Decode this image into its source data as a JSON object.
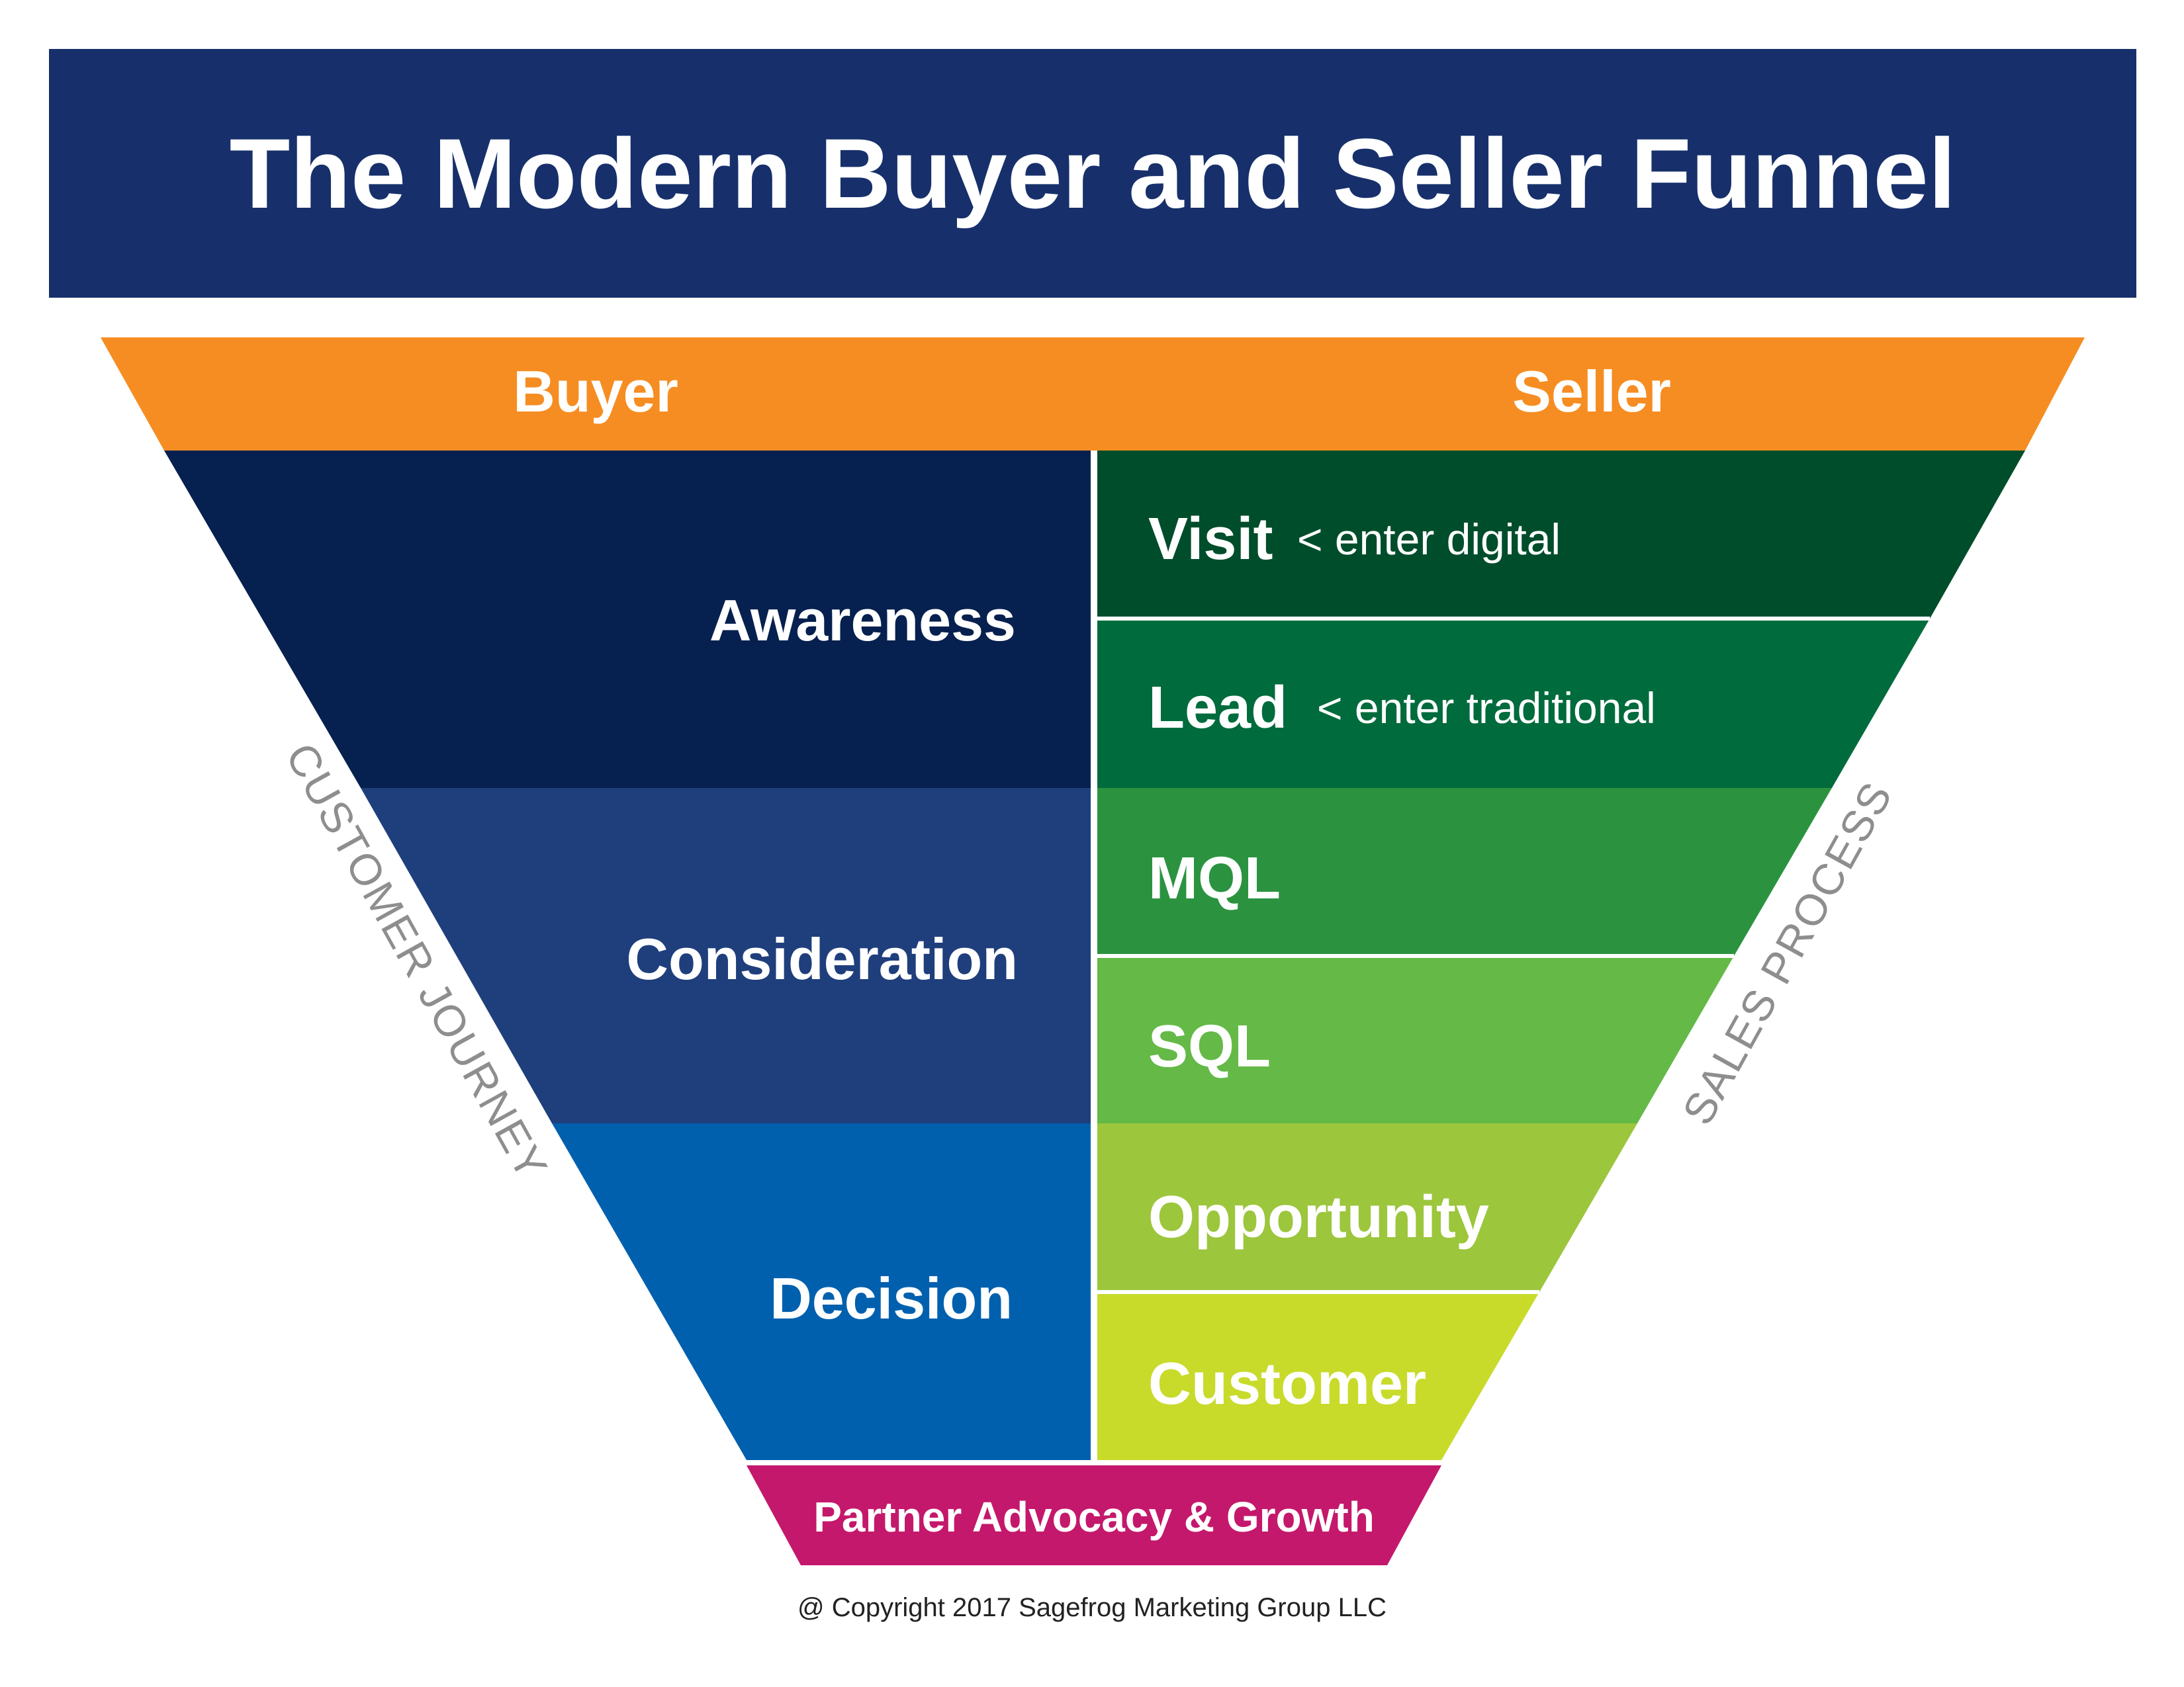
{
  "title": "The Modern Buyer and Seller Funnel",
  "header": {
    "buyer": "Buyer",
    "seller": "Seller"
  },
  "buyer_stages": [
    {
      "label": "Awareness",
      "color": "#06204f"
    },
    {
      "label": "Consideration",
      "color": "#1f3e7c"
    },
    {
      "label": "Decision",
      "color": "#0060ae"
    }
  ],
  "seller_stages": [
    {
      "label": "Visit",
      "note": "< enter digital",
      "color": "#004d2b"
    },
    {
      "label": "Lead",
      "note": "< enter traditional",
      "color": "#006b3c"
    },
    {
      "label": "MQL",
      "note": "",
      "color": "#2b9340"
    },
    {
      "label": "SQL",
      "note": "",
      "color": "#64b947"
    },
    {
      "label": "Opportunity",
      "note": "",
      "color": "#9cc63c"
    },
    {
      "label": "Customer",
      "note": "",
      "color": "#c8db2b"
    }
  ],
  "side_labels": {
    "left": "CUSTOMER JOURNEY",
    "right": "SALES PROCESS"
  },
  "base": {
    "label": "Partner Advocacy & Growth",
    "color": "#c4186c"
  },
  "colors": {
    "title_bg": "#17306b",
    "header_bg": "#f68d22"
  },
  "copyright": "@ Copyright 2017 Sagefrog Marketing Group LLC"
}
